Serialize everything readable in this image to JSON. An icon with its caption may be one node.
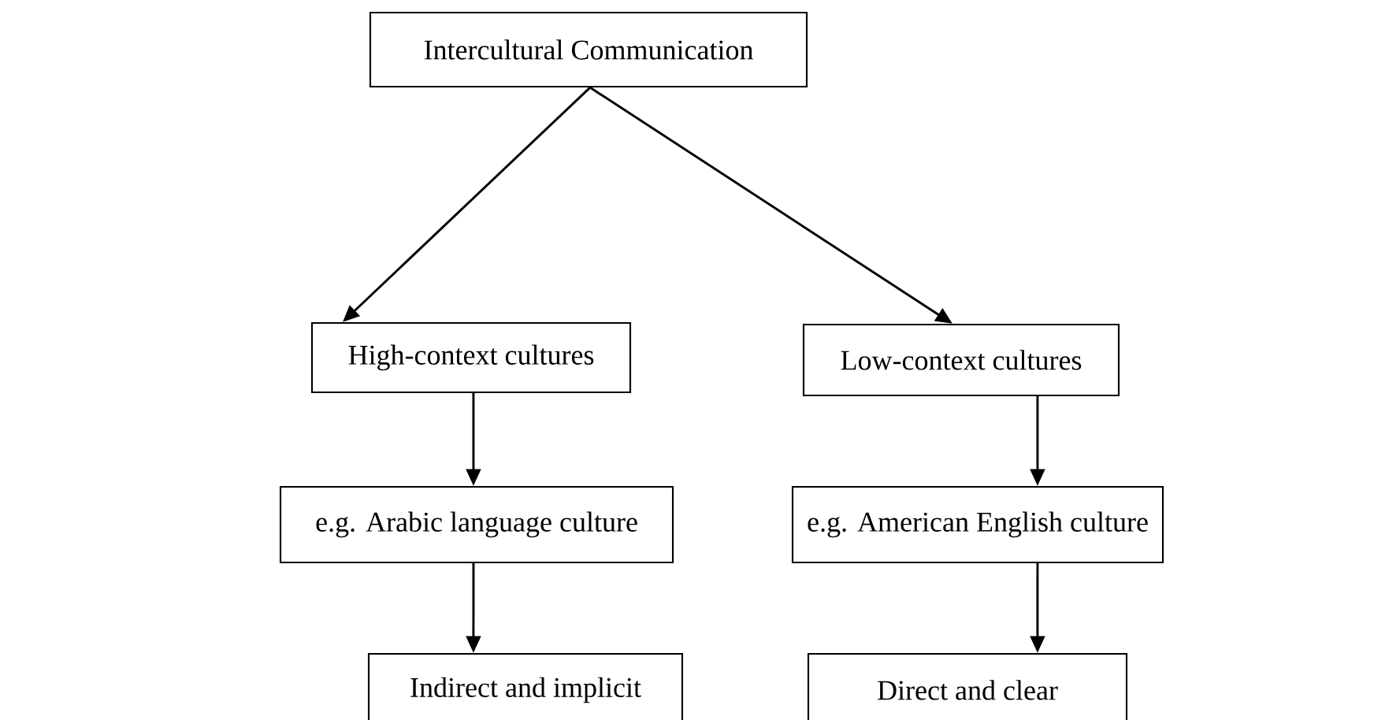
{
  "diagram": {
    "nodes": [
      {
        "text": [
          "Intercultural Communication"
        ]
      },
      {
        "text": [
          "High-context cultures"
        ]
      },
      {
        "text": [
          "Low-context cultures"
        ]
      },
      {
        "text": [
          "e.g. Arabic language culture"
        ]
      },
      {
        "text": [
          "e.g. American English culture"
        ]
      },
      {
        "text": [
          "Indirect and implicit"
        ]
      },
      {
        "text": [
          "Direct and clear"
        ]
      }
    ],
    "edges": [
      {
        "from": 0,
        "to": 1,
        "arrow": "to"
      },
      {
        "from": 0,
        "to": 2,
        "arrow": "to"
      },
      {
        "from": 1,
        "to": 3,
        "arrow": "to"
      },
      {
        "from": 2,
        "to": 4,
        "arrow": "to"
      },
      {
        "from": 3,
        "to": 5,
        "arrow": "to"
      },
      {
        "from": 4,
        "to": 6,
        "arrow": "to"
      }
    ]
  }
}
